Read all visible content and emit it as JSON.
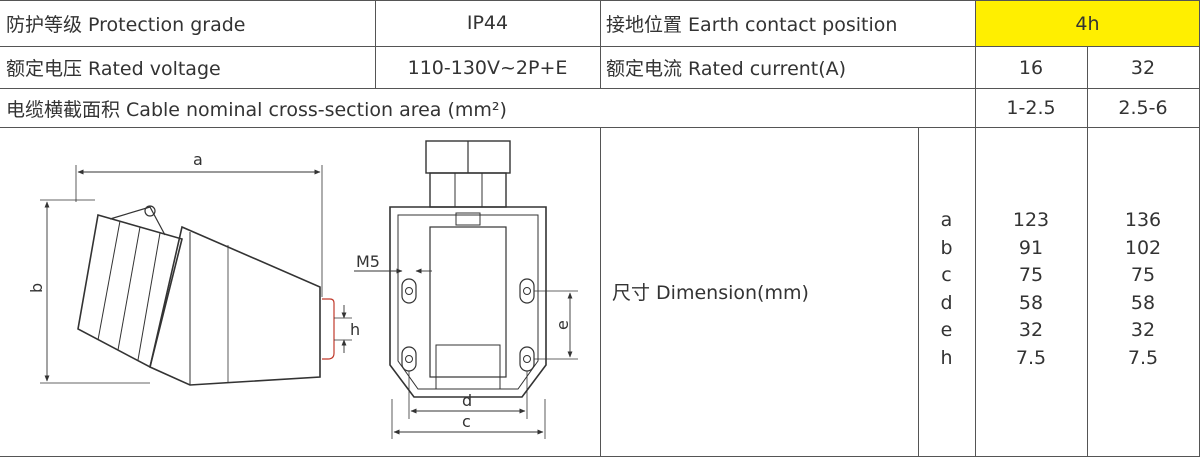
{
  "table": {
    "row1": {
      "label_a": "防护等级 Protection grade",
      "value_a": "IP44",
      "label_b": "接地位置 Earth contact position",
      "value_b": "4h"
    },
    "row2": {
      "label_a": "额定电压 Rated voltage",
      "value_a": "110-130V~2P+E",
      "label_b": "额定电流 Rated current(A)",
      "value_b1": "16",
      "value_b2": "32"
    },
    "row3": {
      "label": "电缆横截面积 Cable nominal cross-section area (mm²)",
      "value_1": "1-2.5",
      "value_2": "2.5-6"
    },
    "dimension": {
      "label": "尺寸 Dimension(mm)",
      "letters": [
        "a",
        "b",
        "c",
        "d",
        "e",
        "h"
      ],
      "values_16": [
        "123",
        "91",
        "75",
        "58",
        "32",
        "7.5"
      ],
      "values_32": [
        "136",
        "102",
        "75",
        "58",
        "32",
        "7.5"
      ]
    }
  },
  "drawing": {
    "side_labels": {
      "a": "a",
      "b": "b",
      "h": "h"
    },
    "front_labels": {
      "m5": "M5",
      "e": "e",
      "d": "d",
      "c": "c"
    }
  }
}
